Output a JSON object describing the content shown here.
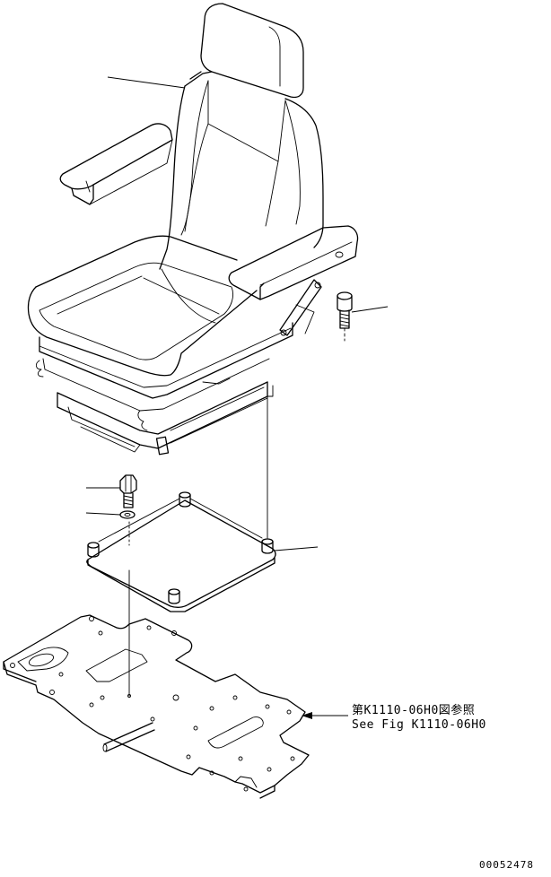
{
  "reference_note": {
    "japanese": "第K1110-06H0図参照",
    "english": "See Fig K1110-06H0"
  },
  "document_number": "00052478",
  "parts": [
    "seat-assembly",
    "bolt",
    "bolt",
    "washer",
    "mounting-plate",
    "floor-frame"
  ]
}
